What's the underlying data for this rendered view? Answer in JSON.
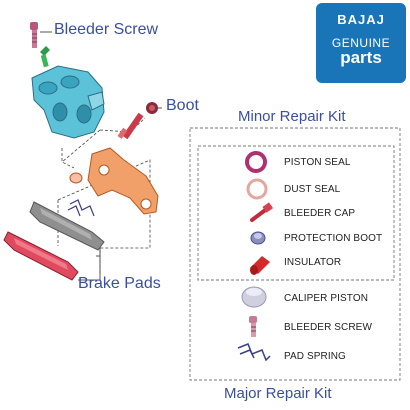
{
  "callouts": {
    "bleeder_screw": "Bleeder Screw",
    "boot": "Boot",
    "brake_pads": "Brake Pads"
  },
  "logo": {
    "brand": "BAJAJ",
    "genuine": "GENUINE",
    "parts": "parts",
    "color": "#1a74b8"
  },
  "minor_kit": {
    "title": "Minor Repair Kit",
    "parts": [
      "PISTON SEAL",
      "DUST SEAL",
      "BLEEDER CAP",
      "PROTECTION BOOT",
      "INSULATOR"
    ]
  },
  "major_kit": {
    "title": "Major Repair Kit",
    "parts": [
      "CALIPER PISTON",
      "BLEEDER SCREW",
      "PAD SPRING"
    ]
  },
  "colors": {
    "caliper": "#5bc2d8",
    "bracket": "#f2a06a",
    "pad_backing": "#8f8f8f",
    "pad_friction": "#e04a5f",
    "callout_text": "#3a4fa0"
  }
}
